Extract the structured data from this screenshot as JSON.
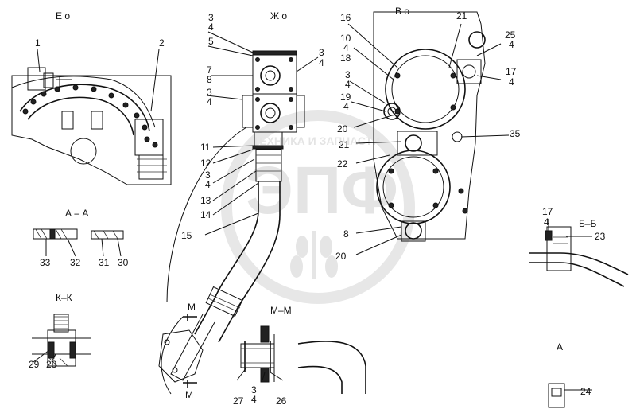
{
  "sections": {
    "view_e": "Е о",
    "view_zh": "Ж о",
    "view_v": "В о",
    "section_a_a": "А – А",
    "section_k_k": "К–К",
    "section_m_m": "М–М",
    "section_b_b": "Б–Б",
    "view_a": "А",
    "cut_m_top": "М",
    "cut_m_bottom": "М"
  },
  "callouts": {
    "c1": "1",
    "c2": "2",
    "c3a": "3",
    "c4a": "4",
    "c5": "5",
    "c3b": "3",
    "c4b": "4",
    "c7": "7",
    "c8a": "8",
    "c3c": "3",
    "c4c": "4",
    "c11": "11",
    "c12": "12",
    "c3d": "3",
    "c4d": "4",
    "c13": "13",
    "c14": "14",
    "c15": "15",
    "c16": "16",
    "c21a": "21",
    "c10": "10",
    "c4e": "4",
    "c18": "18",
    "c25": "25",
    "c4f": "4",
    "c17a": "17",
    "c4g": "4",
    "c3e": "3",
    "c4h": "4",
    "c19": "19",
    "c4i": "4",
    "c20a": "20",
    "c21b": "21",
    "c35": "35",
    "c22": "22",
    "c8b": "8",
    "c20b": "20",
    "c33": "33",
    "c32": "32",
    "c31": "31",
    "c30": "30",
    "c29": "29",
    "c28": "28",
    "c27": "27",
    "c3f": "3",
    "c4j": "4",
    "c26": "26",
    "c17b": "17",
    "c4k": "4",
    "c23": "23",
    "c24": "24"
  },
  "watermark": {
    "line1": "ТЕХНИКА И ЗАПЧАСТИ",
    "logo": "ЭПФ"
  }
}
